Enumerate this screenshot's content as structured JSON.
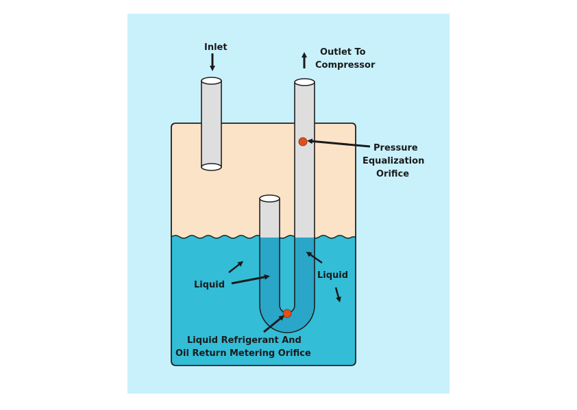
{
  "labels": {
    "inlet": "Inlet",
    "outlet_line1": "Outlet To",
    "outlet_line2": "Compressor",
    "pressure_line1": "Pressure",
    "pressure_line2": "Equalization",
    "pressure_line3": "Orifice",
    "liquid_left": "Liquid",
    "liquid_right": "Liquid",
    "metering_line1": "Liquid Refrigerant And",
    "metering_line2": "Oil Return Metering Orifice"
  },
  "colors": {
    "panel_background": "#c9f1fb",
    "vapor_space": "#fbe3c7",
    "liquid": "#33bdd7",
    "pipe_fill": "#dedede",
    "pipe_in_liquid": "#2aa6c8",
    "orifice": "#e0501d",
    "outline": "#1f1f1f"
  }
}
